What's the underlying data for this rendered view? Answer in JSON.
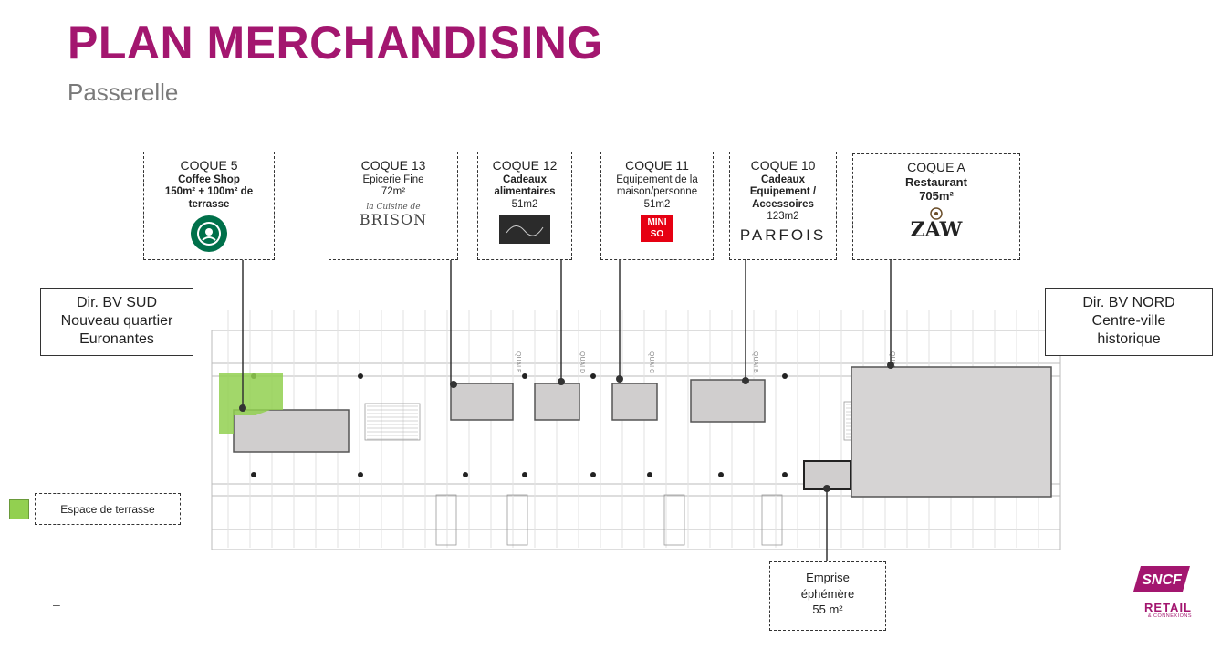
{
  "header": {
    "title": "PLAN MERCHANDISING",
    "subtitle": "Passerelle"
  },
  "directions": {
    "sud": {
      "lines": [
        "Dir. BV SUD",
        "Nouveau quartier",
        "Euronantes"
      ]
    },
    "nord": {
      "lines": [
        "Dir. BV NORD",
        "Centre-ville",
        "historique"
      ]
    }
  },
  "units": [
    {
      "name": "COQUE 5",
      "desc": [
        "Coffee Shop",
        "150m² + 100m² de",
        "terrasse"
      ],
      "size": "",
      "logo": "starbucks-logo"
    },
    {
      "name": "COQUE 13",
      "desc": [
        "Epicerie Fine"
      ],
      "size": "72m²",
      "logo": "la-cuisine-de-brison-logo",
      "logo_text_top": "la Cuisine de",
      "logo_text": "BRISON"
    },
    {
      "name": "COQUE 12",
      "desc": [
        "Cadeaux",
        "alimentaires"
      ],
      "size": "51m2",
      "logo": "gift-food-brand-logo"
    },
    {
      "name": "COQUE 11",
      "desc": [
        "Equipement de la",
        "maison/personne"
      ],
      "size": "51m2",
      "logo": "miniso-logo",
      "logo_text": "MINI SO"
    },
    {
      "name": "COQUE 10",
      "desc": [
        "Cadeaux",
        "Equipement /",
        "Accessoires"
      ],
      "size": "123m2",
      "logo": "parfois-logo",
      "logo_text": "PARFOIS"
    },
    {
      "name": "COQUE A",
      "desc": [
        "Restaurant"
      ],
      "size": "705m²",
      "logo": "zaw-logo",
      "logo_text": "ZAW"
    }
  ],
  "emprise": {
    "lines": [
      "Emprise",
      "éphémère",
      "55 m²"
    ]
  },
  "legend": {
    "label": "Espace de terrasse",
    "color": "#92d050"
  },
  "footer": {
    "dash": "–"
  },
  "quais": [
    "QUAI E",
    "QUAI D",
    "QUAI C",
    "QUAI B",
    "QUAI A"
  ],
  "brand": {
    "name": "SNCF",
    "line1": "RETAIL",
    "line2": "& CONNEXIONS",
    "color": "#a3166f"
  },
  "colors": {
    "accent": "#a3166f",
    "terrace": "#92d050",
    "shop": "#d0cece"
  }
}
